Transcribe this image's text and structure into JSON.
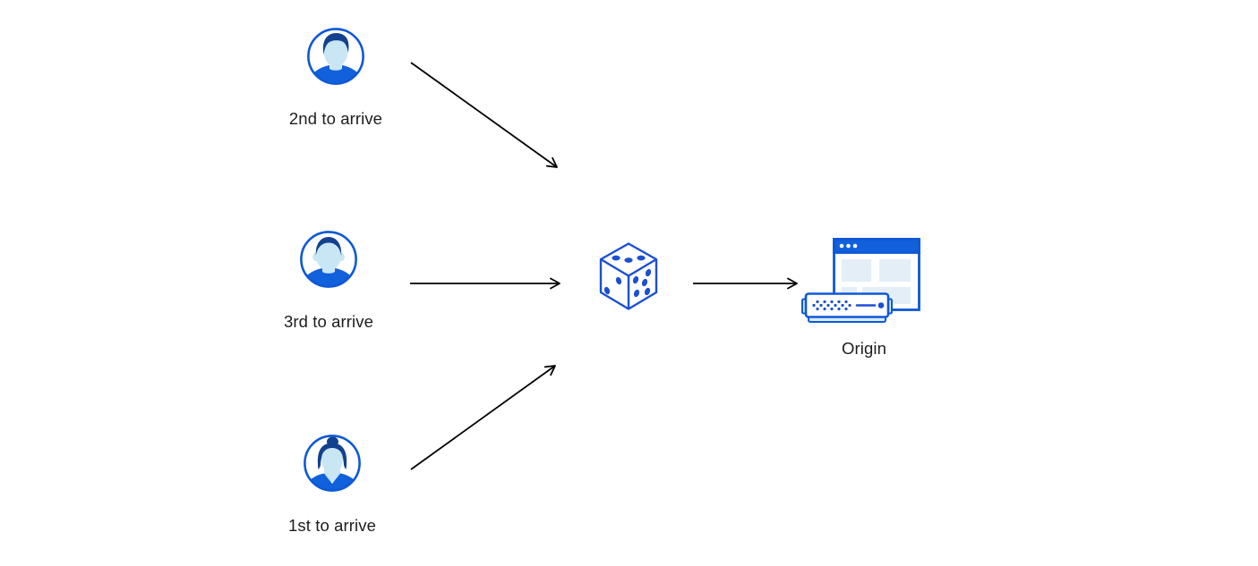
{
  "colors": {
    "background": "#ffffff",
    "accent_blue": "#0d58d6",
    "shirt_blue": "#1160dc",
    "dark_navy_hair": "#12418f",
    "skin_light_blue": "#c9e6f5",
    "pale_block_blue": "#e4eef7",
    "server_pale_blue": "#d8ecfa",
    "arrow_black": "#000000",
    "label_text": "#1d1d1f"
  },
  "nodes": [
    {
      "id": "client-second",
      "icon": "user-avatar-man-icon",
      "label": "2nd to arrive"
    },
    {
      "id": "client-third",
      "icon": "user-avatar-man-icon",
      "label": "3rd to arrive"
    },
    {
      "id": "client-first",
      "icon": "user-avatar-woman-icon",
      "label": "1st to arrive"
    },
    {
      "id": "random-selector",
      "icon": "dice-icon",
      "label": ""
    },
    {
      "id": "origin",
      "icon": "origin-server-icon",
      "label": "Origin"
    }
  ],
  "edges": [
    {
      "from": "client-second",
      "to": "random-selector"
    },
    {
      "from": "client-third",
      "to": "random-selector"
    },
    {
      "from": "client-first",
      "to": "random-selector"
    },
    {
      "from": "random-selector",
      "to": "origin"
    }
  ]
}
